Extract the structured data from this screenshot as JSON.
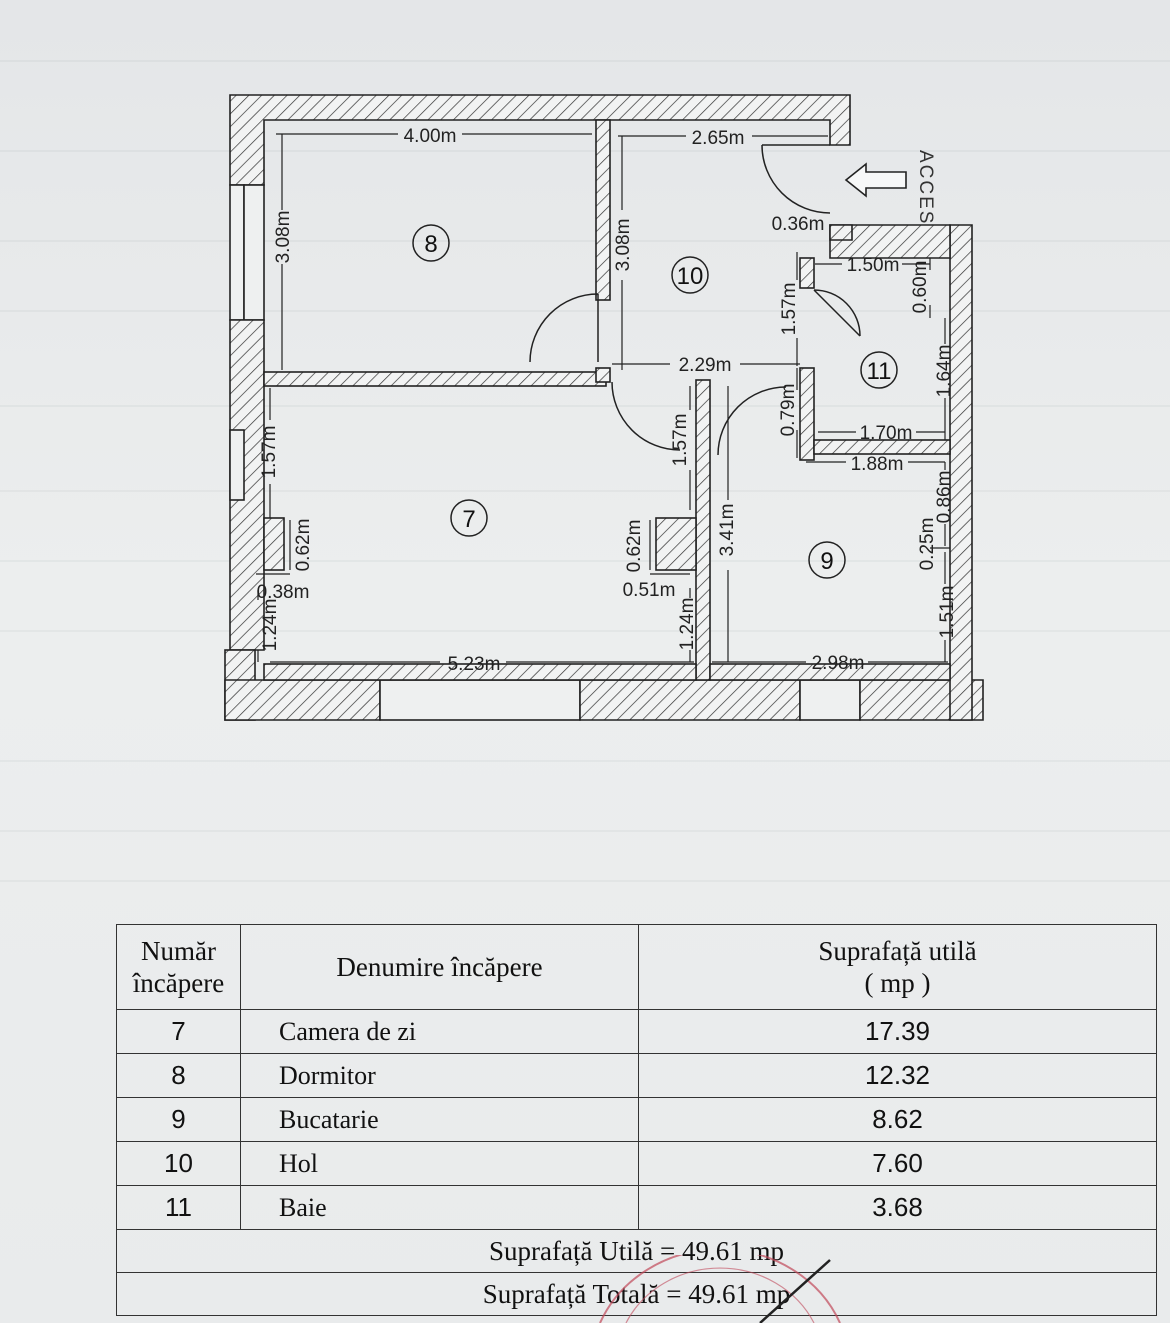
{
  "plan": {
    "access_label": "ACCES",
    "rooms": [
      {
        "id": "room-7",
        "number": "7"
      },
      {
        "id": "room-8",
        "number": "8"
      },
      {
        "id": "room-9",
        "number": "9"
      },
      {
        "id": "room-10",
        "number": "10"
      },
      {
        "id": "room-11",
        "number": "11"
      }
    ],
    "dimensions": {
      "d_4_00": "4.00m",
      "d_2_65": "2.65m",
      "d_3_08_left": "3.08m",
      "d_3_08_mid": "3.08m",
      "d_0_36": "0.36m",
      "d_1_50": "1.50m",
      "d_0_60": "0.60m",
      "d_1_57_hall": "1.57m",
      "d_2_29": "2.29m",
      "d_1_64": "1.64m",
      "d_1_57_left": "1.57m",
      "d_1_57_mid": "1.57m",
      "d_0_79": "0.79m",
      "d_1_70": "1.70m",
      "d_1_88": "1.88m",
      "d_0_86": "0.86m",
      "d_0_25": "0.25m",
      "d_0_62_left": "0.62m",
      "d_0_62_mid": "0.62m",
      "d_0_38": "0.38m",
      "d_0_51": "0.51m",
      "d_3_41": "3.41m",
      "d_1_24_left": "1.24m",
      "d_1_24_mid": "1.24m",
      "d_1_51": "1.51m",
      "d_5_23": "5.23m",
      "d_2_98": "2.98m"
    }
  },
  "table": {
    "headers": {
      "number_line1": "Număr",
      "number_line2": "încăpere",
      "name": "Denumire încăpere",
      "area_line1": "Suprafață utilă",
      "area_line2": "( mp )"
    },
    "rows": [
      {
        "number": "7",
        "name": "Camera de zi",
        "area": "17.39"
      },
      {
        "number": "8",
        "name": "Dormitor",
        "area": "12.32"
      },
      {
        "number": "9",
        "name": "Bucatarie",
        "area": "8.62"
      },
      {
        "number": "10",
        "name": "Hol",
        "area": "7.60"
      },
      {
        "number": "11",
        "name": "Baie",
        "area": "3.68"
      }
    ],
    "useful_total": "Suprafață Utilă = 49.61 mp",
    "total": "Suprafață Totală = 49.61 mp"
  },
  "colors": {
    "ink": "#222222",
    "stamp": "#c0485a",
    "paper": "#e8eaeb"
  }
}
